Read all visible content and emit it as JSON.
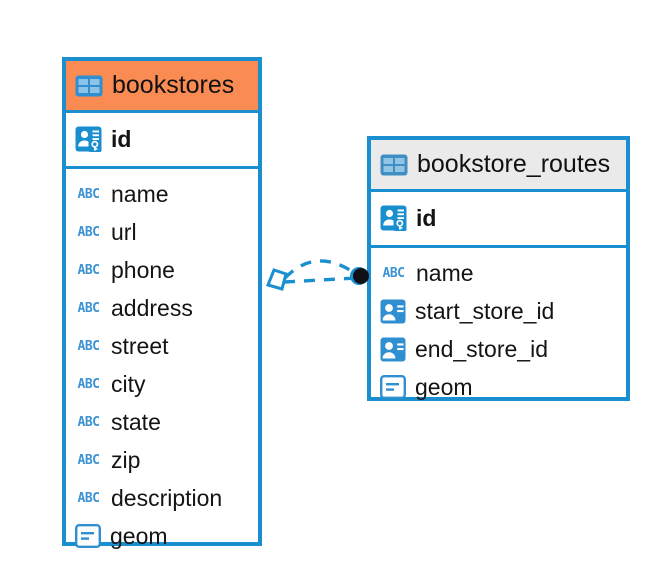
{
  "diagram": {
    "type": "entity-relationship-diagram",
    "background_color": "#ffffff",
    "accent_color": "#1a8fd0",
    "highlight_color": "#fa8b53",
    "header_gray": "#eaeaea"
  },
  "entities": [
    {
      "name": "bookstores",
      "header_icon": "table-grid-icon",
      "header_style": "orange",
      "keys": [
        {
          "label": "id",
          "icon": "primary-key-icon"
        }
      ],
      "fields": [
        {
          "label": "name",
          "icon": "abc-text-icon"
        },
        {
          "label": "url",
          "icon": "abc-text-icon"
        },
        {
          "label": "phone",
          "icon": "abc-text-icon"
        },
        {
          "label": "address",
          "icon": "abc-text-icon"
        },
        {
          "label": "street",
          "icon": "abc-text-icon"
        },
        {
          "label": "city",
          "icon": "abc-text-icon"
        },
        {
          "label": "state",
          "icon": "abc-text-icon"
        },
        {
          "label": "zip",
          "icon": "abc-text-icon"
        },
        {
          "label": "description",
          "icon": "abc-text-icon"
        },
        {
          "label": "geom",
          "icon": "geometry-icon"
        }
      ]
    },
    {
      "name": "bookstore_routes",
      "header_icon": "table-grid-icon",
      "header_style": "gray",
      "keys": [
        {
          "label": "id",
          "icon": "primary-key-icon"
        }
      ],
      "fields": [
        {
          "label": "name",
          "icon": "abc-text-icon"
        },
        {
          "label": "start_store_id",
          "icon": "foreign-key-icon"
        },
        {
          "label": "end_store_id",
          "icon": "foreign-key-icon"
        },
        {
          "label": "geom",
          "icon": "geometry-icon"
        }
      ]
    }
  ],
  "relationship": {
    "source_entity": "bookstores",
    "target_entity": "bookstore_routes",
    "source_marker": "diamond-marker",
    "target_marker": "filled-circle-marker",
    "line_style": "dashed",
    "line_color": "#1a8fd0",
    "branch_count": 2
  },
  "icon_glyphs": {
    "abc_label": "ABC"
  }
}
